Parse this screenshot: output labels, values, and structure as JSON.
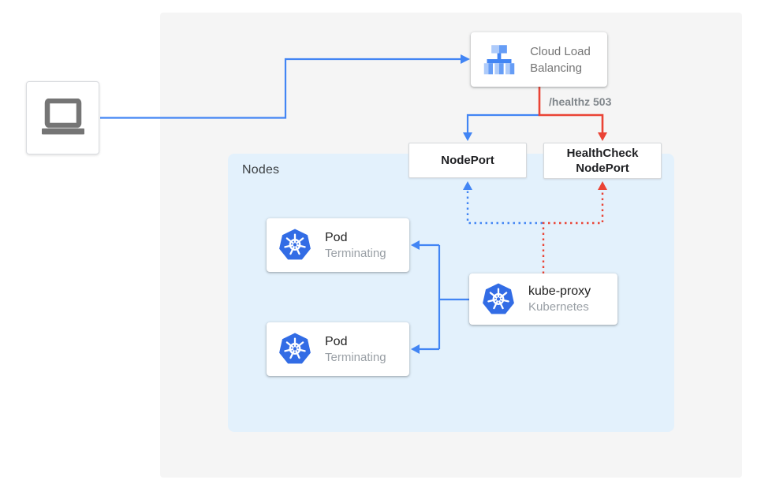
{
  "diagram": {
    "nodes_container": {
      "label": "Nodes"
    },
    "edge_labels": {
      "healthz": "/healthz 503"
    },
    "cards": {
      "client_laptop": {
        "icon": "laptop-icon"
      },
      "cloud_load_balancing": {
        "icon": "cloud-load-balancer-icon",
        "title": "Cloud Load Balancing"
      },
      "nodeport": {
        "label": "NodePort"
      },
      "healthcheck_nodeport": {
        "label": "HealthCheck NodePort"
      },
      "pod_top": {
        "icon": "kubernetes-icon",
        "title": "Pod",
        "subtitle": "Terminating"
      },
      "pod_bottom": {
        "icon": "kubernetes-icon",
        "title": "Pod",
        "subtitle": "Terminating"
      },
      "kube_proxy": {
        "icon": "kubernetes-icon",
        "title": "kube-proxy",
        "subtitle": "Kubernetes"
      }
    },
    "colors": {
      "blue": "#4285F4",
      "red": "#EA4335",
      "canvas_bg": "#F5F5F5",
      "nodes_bg": "#E3F1FC",
      "kubernetes_blue": "#326CE5",
      "laptop_gray": "#757575",
      "label_gray": "#80868B"
    }
  }
}
